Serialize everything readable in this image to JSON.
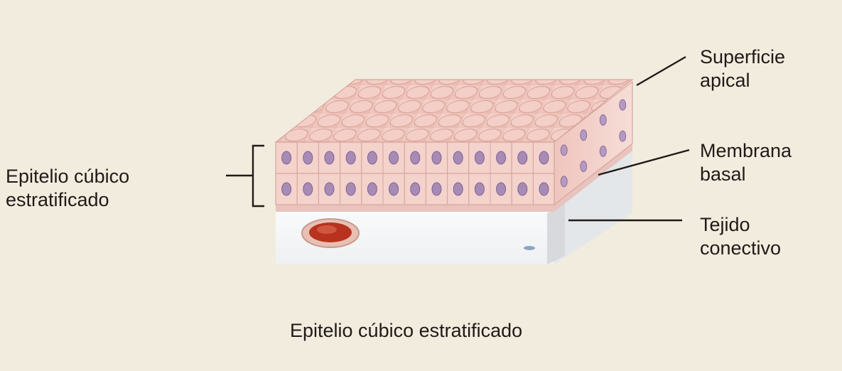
{
  "labels": {
    "superficie_apical": [
      "Superficie",
      "apical"
    ],
    "membrana_basal": [
      "Membrana",
      "basal"
    ],
    "tejido_conectivo": [
      "Tejido",
      "conectivo"
    ],
    "epitelio_left": [
      "Epitelio cúbico",
      "estratificado"
    ]
  },
  "caption": "Epitelio cúbico estratificado",
  "colors": {
    "background": "#f2ecdf",
    "cell_pink": "#f1c7bf",
    "cell_outline": "#d9a59b",
    "nucleus": "#a88bb5",
    "connective_tissue": "#f6f7f8",
    "blood_vessel": "#b8331f"
  }
}
